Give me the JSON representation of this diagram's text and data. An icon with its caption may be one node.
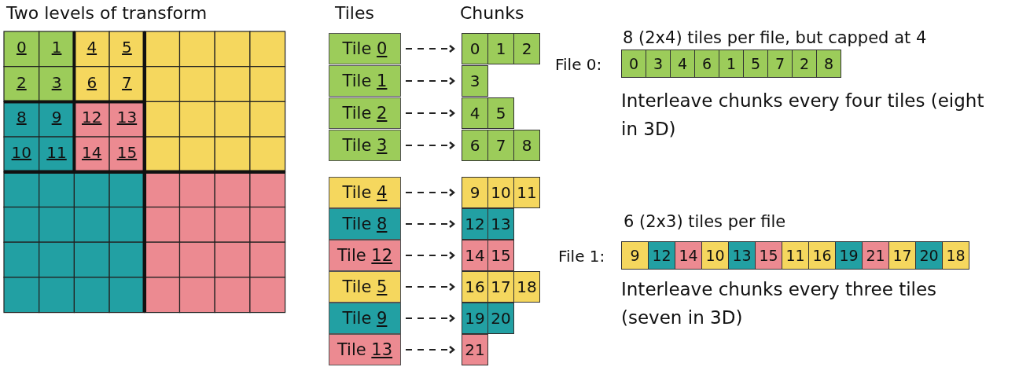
{
  "diagram": {
    "nodes": [
      {
        "text": [
          "Tile 0"
        ]
      },
      {
        "text": [
          "Tile 1"
        ]
      },
      {
        "text": [
          "Tile 2"
        ]
      },
      {
        "text": [
          "Tile 3"
        ]
      },
      {
        "text": [
          "Tile 4"
        ]
      },
      {
        "text": [
          "Tile 8"
        ]
      },
      {
        "text": [
          "Tile 12"
        ]
      },
      {
        "text": [
          "Tile 5"
        ]
      },
      {
        "text": [
          "Tile 9"
        ]
      },
      {
        "text": [
          "Tile 13"
        ]
      },
      {
        "text": [
          "0",
          "1",
          "2"
        ]
      },
      {
        "text": [
          "3"
        ]
      },
      {
        "text": [
          "4",
          "5"
        ]
      },
      {
        "text": [
          "6",
          "7",
          "8"
        ]
      },
      {
        "text": [
          "9",
          "10",
          "11"
        ]
      },
      {
        "text": [
          "12",
          "13"
        ]
      },
      {
        "text": [
          "14",
          "15"
        ]
      },
      {
        "text": [
          "16",
          "17",
          "18"
        ]
      },
      {
        "text": [
          "19",
          "20"
        ]
      },
      {
        "text": [
          "21"
        ]
      },
      {
        "text": [
          "0",
          "3",
          "4",
          "6",
          "1",
          "5",
          "7",
          "2",
          "8"
        ],
        "beside": [
          "File 0:"
        ]
      },
      {
        "text": [
          "9",
          "12",
          "14",
          "10",
          "13",
          "15",
          "11",
          "16",
          "19",
          "21",
          "17",
          "20",
          "18"
        ],
        "beside": [
          "File 1:"
        ]
      }
    ],
    "edges": [
      {
        "from": 0,
        "to": 10,
        "arrow": "to",
        "style": "dashed"
      },
      {
        "from": 1,
        "to": 11,
        "arrow": "to",
        "style": "dashed"
      },
      {
        "from": 2,
        "to": 12,
        "arrow": "to",
        "style": "dashed"
      },
      {
        "from": 3,
        "to": 13,
        "arrow": "to",
        "style": "dashed"
      },
      {
        "from": 4,
        "to": 14,
        "arrow": "to",
        "style": "dashed"
      },
      {
        "from": 5,
        "to": 15,
        "arrow": "to",
        "style": "dashed"
      },
      {
        "from": 6,
        "to": 16,
        "arrow": "to",
        "style": "dashed"
      },
      {
        "from": 7,
        "to": 17,
        "arrow": "to",
        "style": "dashed"
      },
      {
        "from": 8,
        "to": 18,
        "arrow": "to",
        "style": "dashed"
      },
      {
        "from": 9,
        "to": 19,
        "arrow": "to",
        "style": "dashed"
      }
    ],
    "labels": [
      "Two levels of transform",
      "Tiles",
      "Chunks",
      "0",
      "1",
      "4",
      "5",
      "2",
      "3",
      "6",
      "7",
      "8",
      "9",
      "12",
      "13",
      "10",
      "11",
      "14",
      "15",
      "8 (2x4) tiles per file, but capped at 4",
      "Interleave chunks every four tiles (eight in 3D)",
      "6 (2x3) tiles per file",
      "Interleave chunks every three tiles (seven in 3D)"
    ]
  }
}
